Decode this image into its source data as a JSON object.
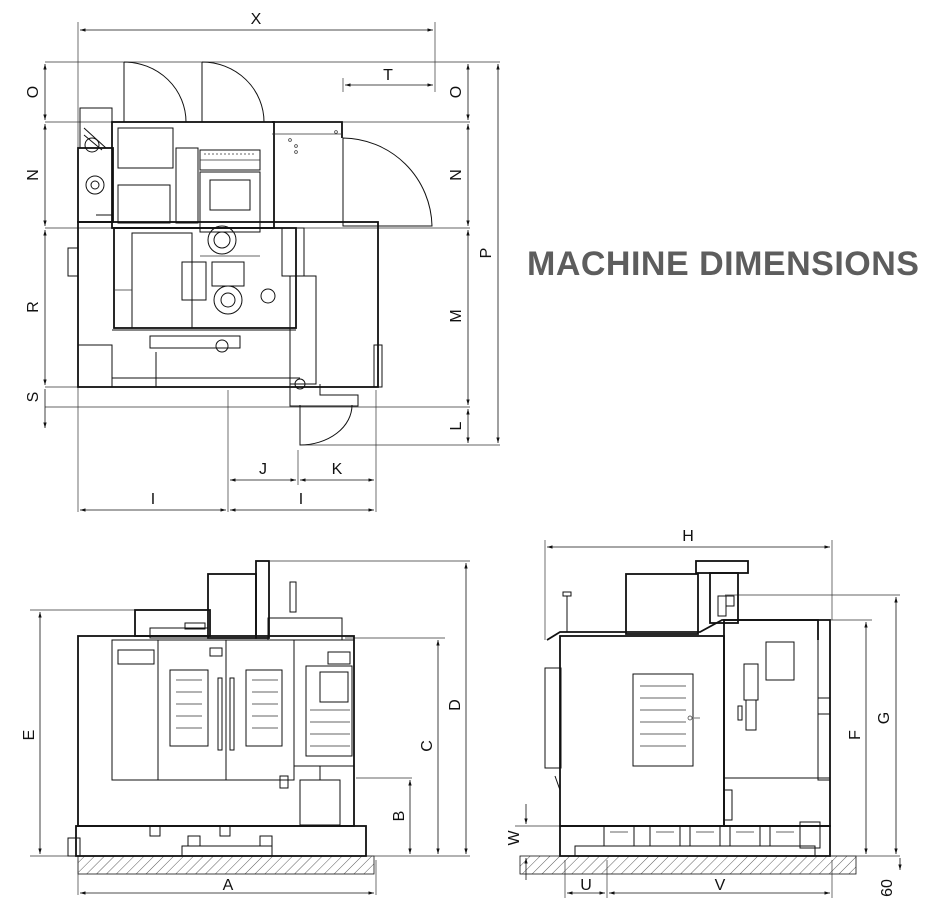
{
  "heading": "MACHINE DIMENSIONS",
  "colors": {
    "heading": "#5d5d5d",
    "line": "#111111"
  },
  "plan_view_labels": {
    "X": "X",
    "O_left": "O",
    "O_right": "O",
    "T": "T",
    "N_left": "N",
    "N_right": "N",
    "R": "R",
    "M": "M",
    "P": "P",
    "S": "S",
    "L": "L",
    "J": "J",
    "K": "K",
    "I_left": "I",
    "I_right": "I"
  },
  "front_view_labels": {
    "E": "E",
    "D": "D",
    "C": "C",
    "B": "B",
    "A": "A"
  },
  "side_view_labels": {
    "H": "H",
    "G": "G",
    "F": "F",
    "W": "W",
    "U": "U",
    "V": "V",
    "dim_60": "60"
  }
}
